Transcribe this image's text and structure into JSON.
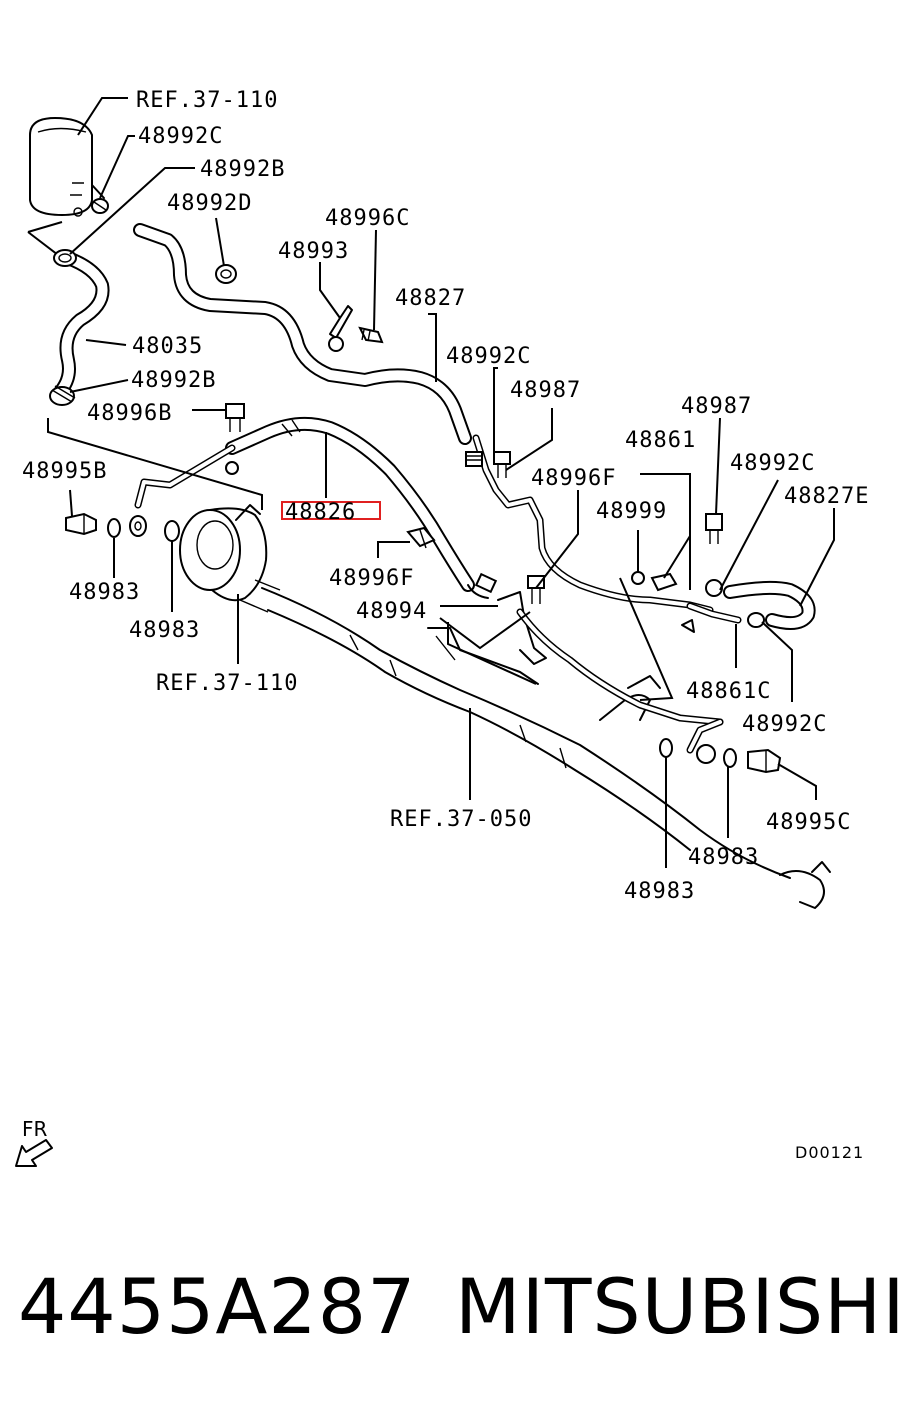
{
  "callouts": {
    "ref_37_110_top": "REF.37-110",
    "c48992C_a": "48992C",
    "c48992B_a": "48992B",
    "c48992D": "48992D",
    "c48996C": "48996C",
    "c48993": "48993",
    "c48827": "48827",
    "c48035": "48035",
    "c48992C_b": "48992C",
    "c48992B_b": "48992B",
    "c48987_a": "48987",
    "c48996B": "48996B",
    "c48987_b": "48987",
    "c48861": "48861",
    "c48992C_c": "48992C",
    "c48995B": "48995B",
    "c48996F_a": "48996F",
    "c48827E": "48827E",
    "c48826": "48826",
    "c48999": "48999",
    "c48983_a": "48983",
    "c48996F_b": "48996F",
    "c48994": "48994",
    "c48983_b": "48983",
    "c48861C": "48861C",
    "ref_37_110_bottom": "REF.37-110",
    "c48992C_d": "48992C",
    "ref_37_050": "REF.37-050",
    "c48995C": "48995C",
    "c48983_c": "48983",
    "c48983_d": "48983"
  },
  "highlighted_part": "48826",
  "highlight_color": "#e02020",
  "orientation": {
    "label": "FR",
    "icon": "arrow-down-left-icon"
  },
  "drawing_id": "D00121",
  "footer": {
    "part_number": "4455A287",
    "brand": "MITSUBISHI"
  }
}
